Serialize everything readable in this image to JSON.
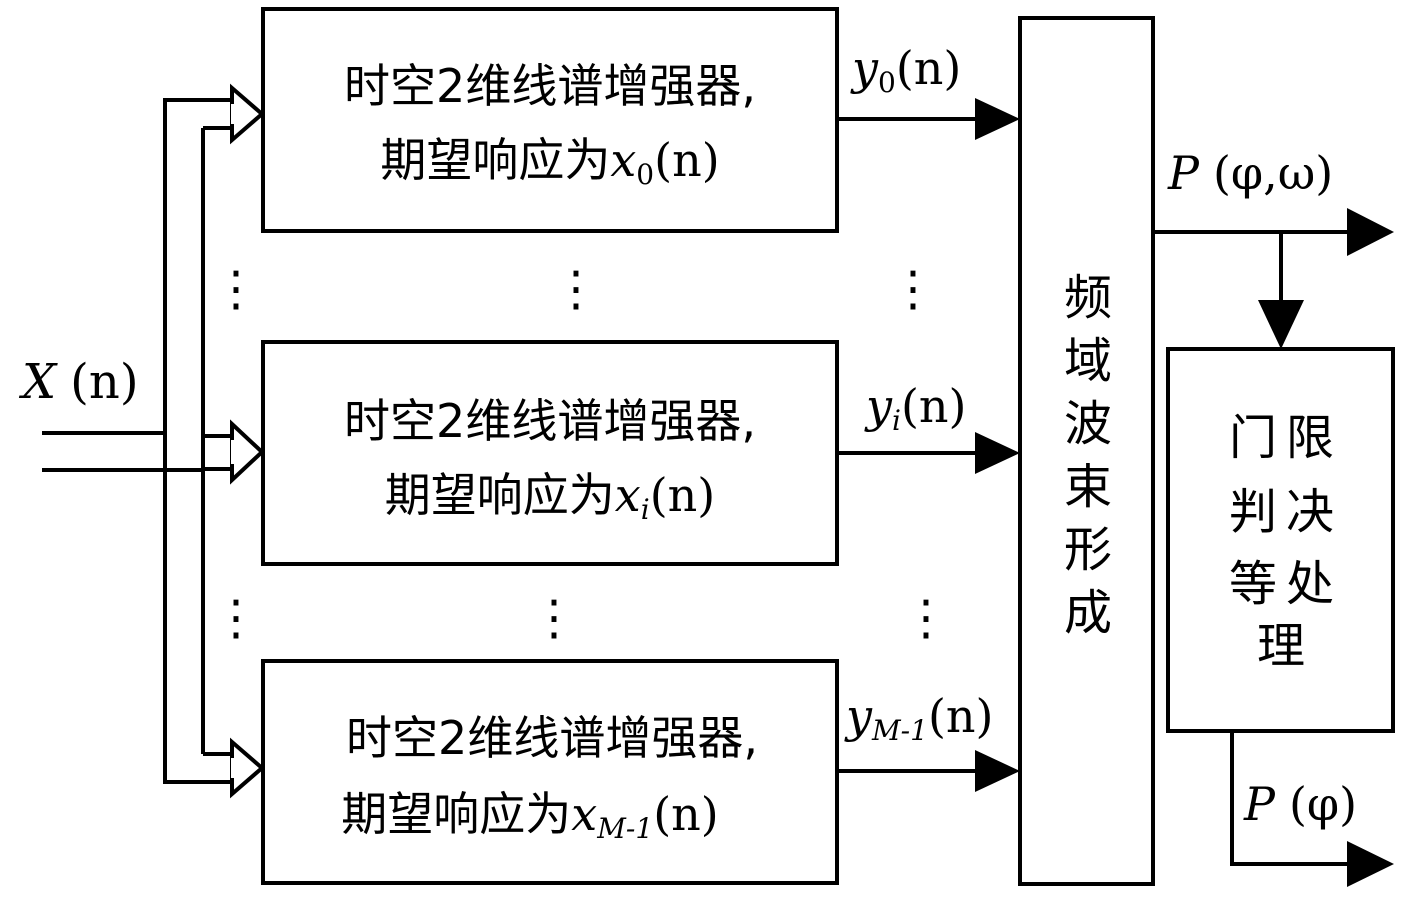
{
  "input": {
    "var": "X",
    "paren": "(n)"
  },
  "enhancers": [
    {
      "line1": "时空2维线谱增强器,",
      "line2": "期望响应为",
      "desired_var": "x",
      "desired_sub": "0",
      "desired_paren": "(n)",
      "output_var": "y",
      "output_sub": "0",
      "output_paren": "(n)"
    },
    {
      "line1": "时空2维线谱增强器,",
      "line2": "期望响应为",
      "desired_var": "x",
      "desired_sub": "i",
      "desired_paren": "(n)",
      "output_var": "y",
      "output_sub": "i",
      "output_paren": "(n)"
    },
    {
      "line1": "时空2维线谱增强器,",
      "line2": "期望响应为",
      "desired_var": "x",
      "desired_sub": "M-1",
      "desired_paren": "(n)",
      "output_var": "y",
      "output_sub": "M-1",
      "output_paren": "(n)"
    }
  ],
  "beamformer": {
    "chars": [
      "频",
      "域",
      "波",
      "束",
      "形",
      "成"
    ]
  },
  "threshold": {
    "chars": [
      "门",
      "限",
      "判",
      "决",
      "等",
      "处",
      "理"
    ]
  },
  "outputs": {
    "spectrum_var": "P",
    "spectrum_args": "(φ,ω)",
    "bearing_var": "P",
    "bearing_args": "(φ)"
  },
  "ellipsis": "⋮",
  "colors": {
    "stroke": "#000000",
    "background": "#ffffff"
  }
}
